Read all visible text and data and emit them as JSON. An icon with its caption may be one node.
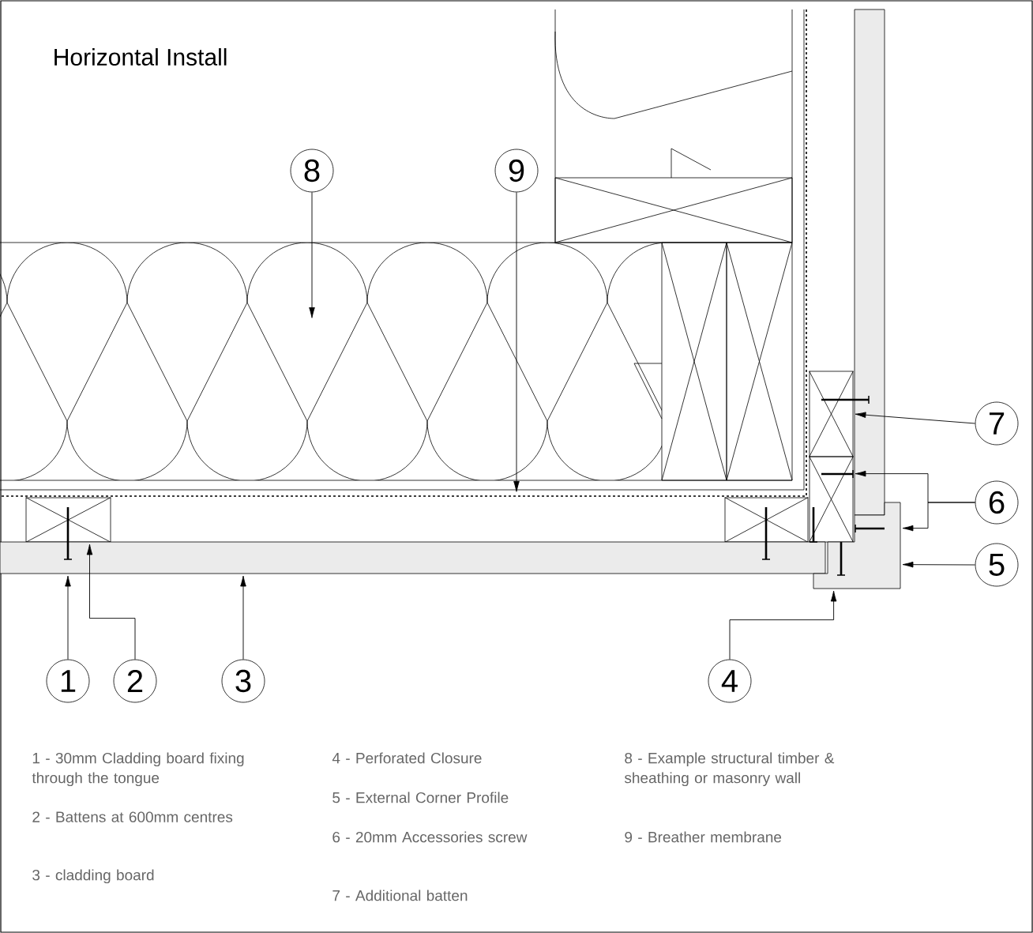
{
  "diagram": {
    "title": "Horizontal Install",
    "nodes": [
      {
        "text": [
          "8"
        ]
      },
      {
        "text": [
          "9"
        ]
      },
      {
        "text": [
          "7"
        ]
      },
      {
        "text": [
          "6"
        ]
      },
      {
        "text": [
          "5"
        ]
      },
      {
        "text": [
          "1"
        ]
      },
      {
        "text": [
          "2"
        ]
      },
      {
        "text": [
          "3"
        ]
      },
      {
        "text": [
          "4"
        ]
      },
      {
        "text": [],
        "shape": "box"
      },
      {
        "text": [],
        "shape": "box"
      },
      {
        "text": [],
        "shape": "box"
      },
      {
        "text": [],
        "shape": "box"
      },
      {
        "text": [],
        "shape": "bar"
      },
      {
        "text": [],
        "shape": "bar"
      },
      {
        "text": [],
        "shape": "bar"
      }
    ],
    "edges": [
      {
        "from": 0,
        "to": null,
        "arrow": "to"
      },
      {
        "from": 1,
        "to": null,
        "arrow": "to"
      },
      {
        "from": 2,
        "to": 11,
        "arrow": "to"
      },
      {
        "from": 3,
        "to": 12,
        "arrow": "to"
      },
      {
        "from": 3,
        "to": 15,
        "arrow": "to"
      },
      {
        "from": 4,
        "to": 15,
        "arrow": "to"
      },
      {
        "from": 5,
        "to": 13,
        "arrow": "to"
      },
      {
        "from": 6,
        "to": 9,
        "arrow": "to"
      },
      {
        "from": 7,
        "to": 13,
        "arrow": "to"
      },
      {
        "from": 8,
        "to": 15,
        "arrow": "to"
      }
    ],
    "labels": [
      "1 - 30mm Cladding board fixing through the tongue",
      "2 - Battens at 600mm centres",
      "3 - cladding board",
      "4 - Perforated Closure",
      "5 - External Corner Profile",
      "6 - 20mm Accessories screw",
      "7 - Additional batten",
      "8 - Example structural timber & sheathing or masonry wall",
      "9 - Breather membrane"
    ]
  }
}
